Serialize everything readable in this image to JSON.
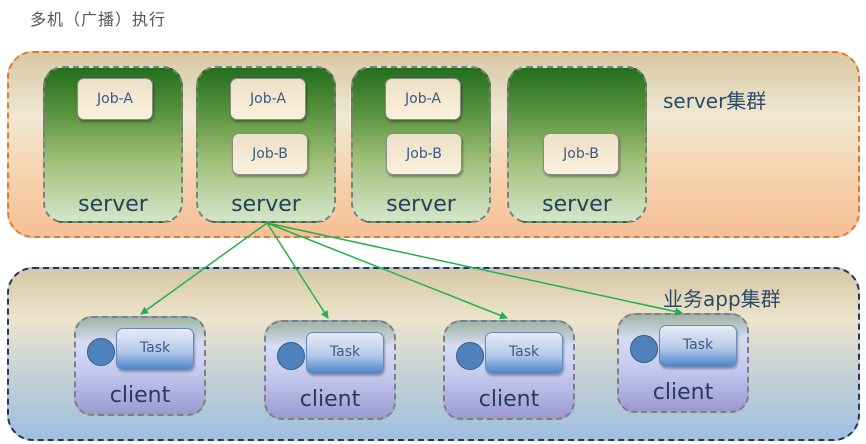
{
  "title": "多机（广播）执行",
  "server_cluster": {
    "label": "server集群",
    "servers": [
      {
        "label": "server",
        "jobs": [
          "Job-A"
        ]
      },
      {
        "label": "server",
        "jobs": [
          "Job-A",
          "Job-B"
        ]
      },
      {
        "label": "server",
        "jobs": [
          "Job-A",
          "Job-B"
        ]
      },
      {
        "label": "server",
        "jobs": [
          "Job-B"
        ]
      }
    ]
  },
  "app_cluster": {
    "label": "业务app集群",
    "clients": [
      {
        "label": "client",
        "task": "Task"
      },
      {
        "label": "client",
        "task": "Task"
      },
      {
        "label": "client",
        "task": "Task"
      },
      {
        "label": "client",
        "task": "Task"
      }
    ]
  },
  "arrows": {
    "color": "#22b14c",
    "from": "server 2",
    "to": [
      "client 1",
      "client 2",
      "client 3",
      "client 4"
    ]
  }
}
